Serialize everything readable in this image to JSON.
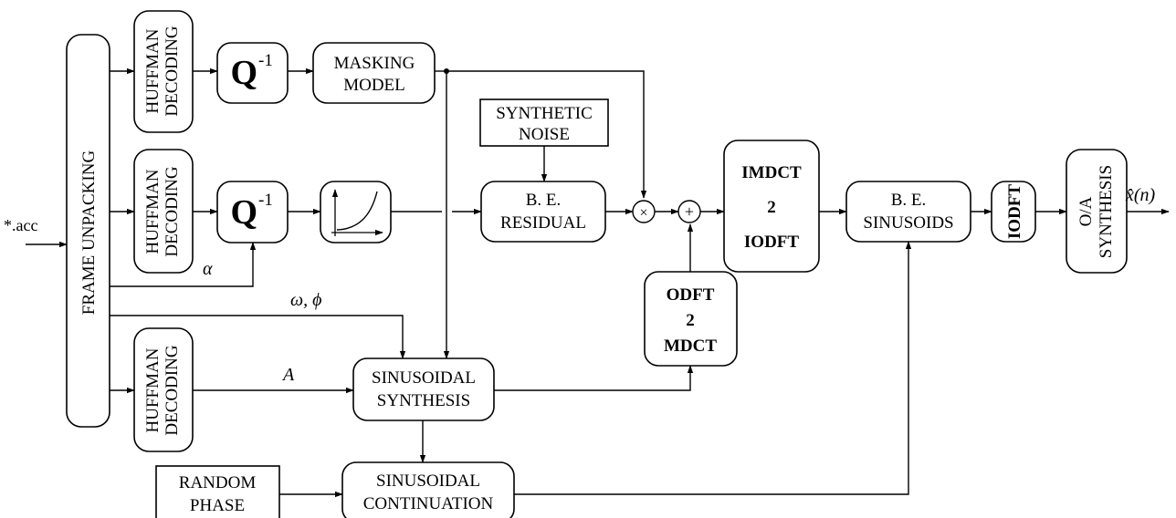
{
  "input_label": "*.acc",
  "output_label": "x̂(n)",
  "blocks": {
    "frame_unpacking": "FRAME UNPACKING",
    "huffman_1": [
      "HUFFMAN",
      "DECODING"
    ],
    "huffman_2": [
      "HUFFMAN",
      "DECODING"
    ],
    "huffman_3": [
      "HUFFMAN",
      "DECODING"
    ],
    "q_inverse_1": {
      "main": "Q",
      "sup": "-1"
    },
    "q_inverse_2": {
      "main": "Q",
      "sup": "-1"
    },
    "masking_model": [
      "MASKING",
      "MODEL"
    ],
    "synthetic_noise": [
      "SYNTHETIC",
      "NOISE"
    ],
    "be_residual": [
      "B. E.",
      "RESIDUAL"
    ],
    "imdct_2_iodft": [
      "IMDCT",
      "2",
      "IODFT"
    ],
    "be_sinusoids": [
      "B. E.",
      "SINUSOIDS"
    ],
    "iodft": "IODFT",
    "oa_synthesis": [
      "O/A",
      "SYNTHESIS"
    ],
    "odft_2_mdct": [
      "ODFT",
      "2",
      "MDCT"
    ],
    "sinusoidal_synthesis": [
      "SINUSOIDAL",
      "SYNTHESIS"
    ],
    "random_phase": [
      "RANDOM",
      "PHASE"
    ],
    "sinusoidal_continuation": [
      "SINUSOIDAL",
      "CONTINUATION"
    ]
  },
  "signals": {
    "alpha": "α",
    "omega_phi": "ω, ϕ",
    "amplitude": "A"
  },
  "operators": {
    "multiply": "×",
    "add": "+"
  }
}
